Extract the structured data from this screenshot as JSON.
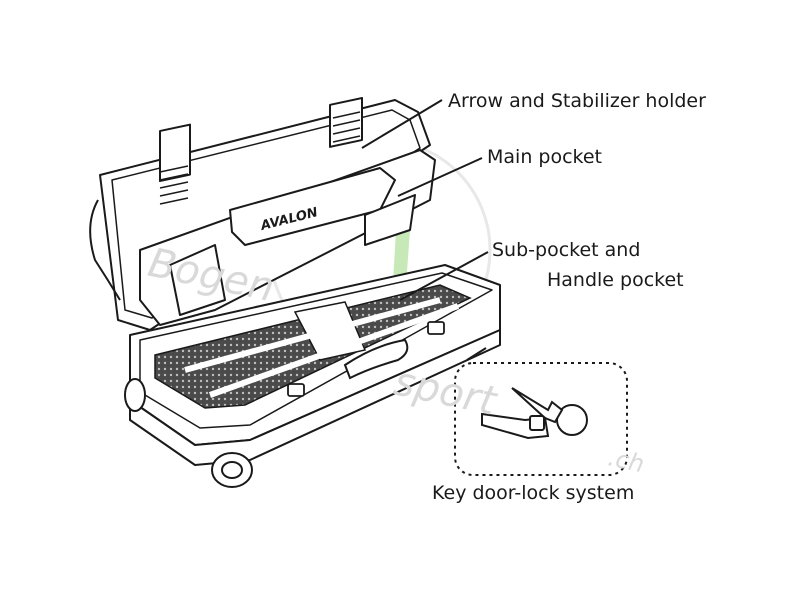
{
  "callouts": {
    "arrow_holder": "Arrow and Stabilizer holder",
    "main_pocket": "Main pocket",
    "sub_pocket_line1": "Sub-pocket and",
    "sub_pocket_line2": "Handle pocket",
    "key_lock": "Key door-lock system"
  },
  "lid_brand_text": "AVALON",
  "watermark": {
    "word1": "Bogen",
    "word2": "sport",
    "suffix": ".ch"
  },
  "colors": {
    "line": "#1a1a1a",
    "mesh": "#3a3a3a",
    "watermark": "#d9d9d9",
    "watermark_logo": "#9bd77e"
  },
  "icons": [
    "key-icon",
    "wheel-icon",
    "handle-icon",
    "lock-icon"
  ]
}
